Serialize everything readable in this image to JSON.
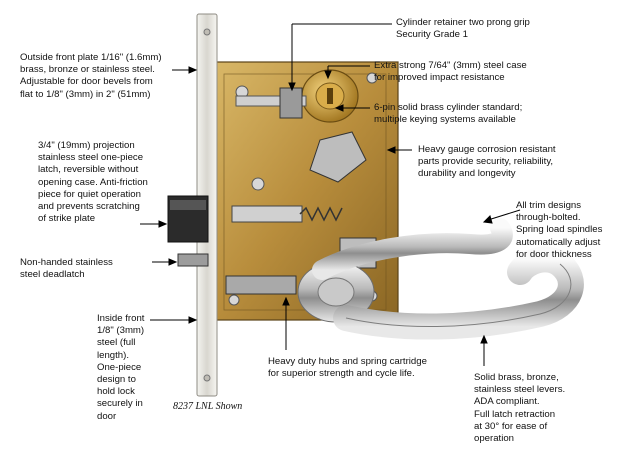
{
  "labels": {
    "outside_plate": "Outside front plate 1/16\" (1.6mm)\nbrass, bronze or stainless steel.\nAdjustable for door bevels from\nflat to 1/8\" (3mm) in 2\" (51mm)",
    "cylinder_retainer": "Cylinder retainer two prong grip\nSecurity Grade 1",
    "steel_case": "Extra strong 7/64\" (3mm) steel case\nfor improved impact resistance",
    "cylinder": "6-pin solid brass cylinder standard;\nmultiple keying systems available",
    "corrosion": "Heavy gauge corrosion resistant\nparts provide security, reliability,\ndurability and longevity",
    "latch": "3/4\" (19mm) projection\nstainless steel one-piece\nlatch, reversible without\nopening case. Anti-friction\npiece for quiet operation\nand prevents scratching\nof strike plate",
    "trim": "All trim designs\nthrough-bolted.\nSpring load spindles\nautomatically adjust\nfor door thickness",
    "deadlatch": "Non-handed stainless\nsteel deadlatch",
    "inside_plate": "Inside front\n1/8\" (3mm)\nsteel (full\nlength).\nOne-piece\ndesign to\nhold lock\nsecurely in\ndoor",
    "hubs": "Heavy duty hubs and spring cartridge\nfor superior strength and cycle life.",
    "levers": "Solid brass, bronze,\nstainless steel levers.\nADA compliant.\nFull latch retraction\nat 30° for ease of\noperation"
  },
  "caption": "8237 LNL Shown",
  "colors": {
    "brass": "#c9a14a",
    "steel": "#c8c8c8",
    "chrome": "#e2e2e2",
    "dark": "#2b2b2b"
  }
}
